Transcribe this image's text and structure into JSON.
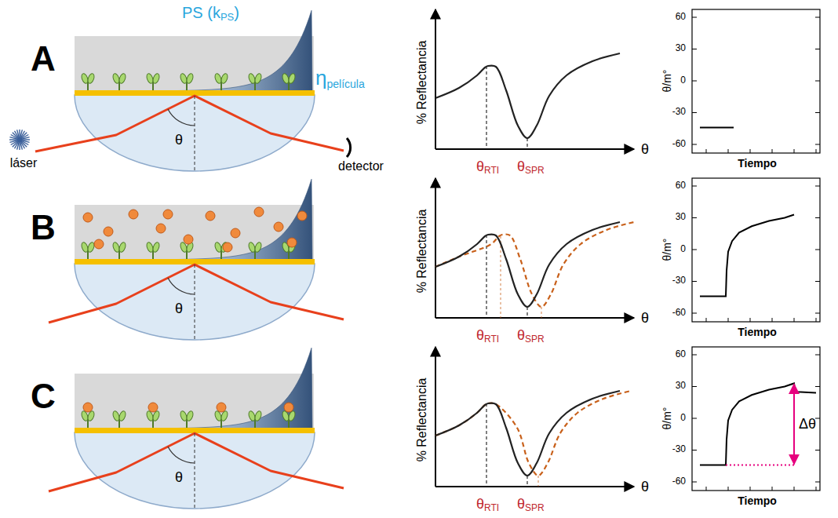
{
  "diagram": {
    "labels": [
      "A",
      "PS (k",
      "PS",
      ")",
      "η",
      "película",
      "θ",
      "láser",
      "detector",
      "% Reflectancia",
      "θ",
      "θ",
      "RTI",
      "θ",
      "SPR",
      "60",
      "30",
      "0",
      "-30",
      "-60",
      "θ/m°",
      "Tiempo",
      "B",
      "θ",
      "% Reflectancia",
      "θ",
      "θ",
      "RTI",
      "θ",
      "SPR",
      "60",
      "30",
      "0",
      "-30",
      "-60",
      "θ/m°",
      "Tiempo",
      "C",
      "θ",
      "% Reflectancia",
      "θ",
      "θ",
      "RTI",
      "θ",
      "SPR",
      "60",
      "30",
      "0",
      "-30",
      "-60",
      "θ/m°",
      "Tiempo",
      "Δθ"
    ]
  }
}
